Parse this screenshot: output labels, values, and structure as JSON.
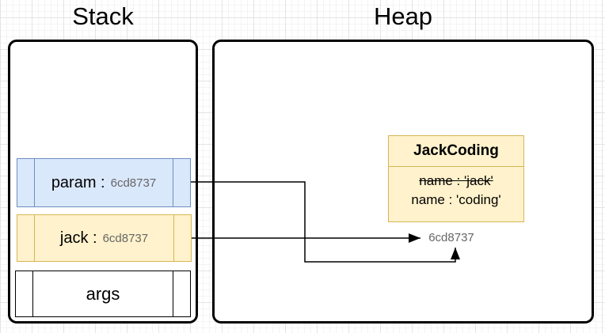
{
  "titles": {
    "stack": "Stack",
    "heap": "Heap"
  },
  "stack": {
    "frames": [
      {
        "label": "param :",
        "value": "6cd8737"
      },
      {
        "label": "jack :",
        "value": "6cd8737"
      }
    ],
    "args_label": "args"
  },
  "heap": {
    "object": {
      "title": "JackCoding",
      "fields": [
        {
          "text": "name : 'jack'",
          "struck": true
        },
        {
          "text": "name : 'coding'",
          "struck": false
        }
      ]
    },
    "address": "6cd8737"
  },
  "icons": {
    "param_pointer": "arrow-right-angled-icon",
    "jack_pointer": "arrow-right-icon"
  },
  "colors": {
    "frame_blue_fill": "#dae8fc",
    "frame_blue_border": "#6c8ebf",
    "frame_yellow_fill": "#fff2cc",
    "frame_yellow_border": "#d6b656",
    "address_text": "#666666",
    "outline_black": "#000000",
    "grid_major": "#e4e4e4",
    "grid_minor": "#f4f4f4"
  }
}
